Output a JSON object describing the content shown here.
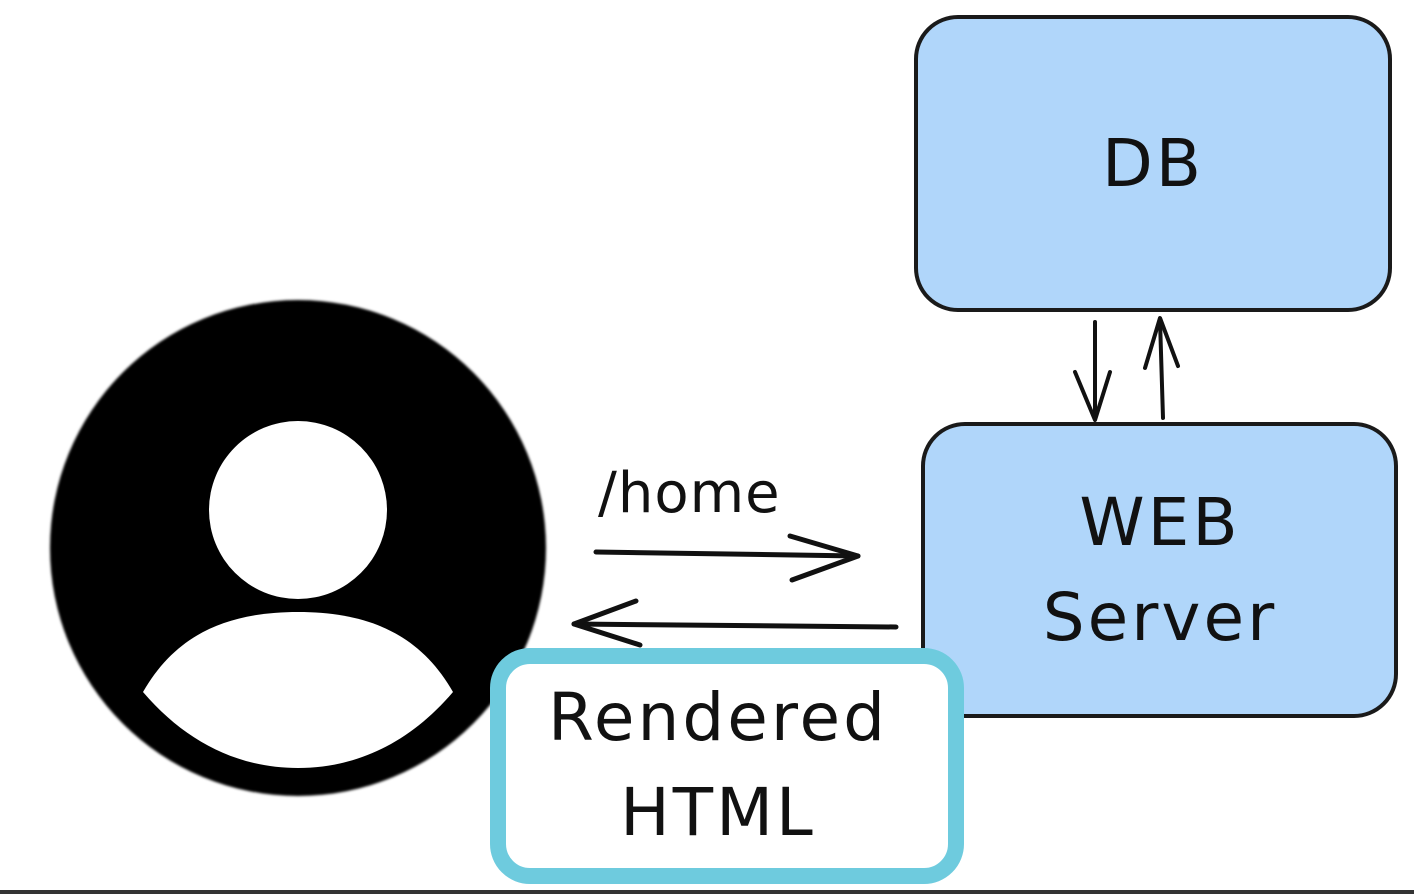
{
  "nodes": {
    "db": {
      "label": "DB"
    },
    "web_server": {
      "label_line1": "WEB",
      "label_line2": "Server"
    },
    "response": {
      "label_line1": "Rendered",
      "label_line2": "HTML"
    }
  },
  "edges": {
    "request": {
      "label": "/home"
    }
  },
  "icons": {
    "user": "user-avatar-icon"
  },
  "colors": {
    "box_fill": "#b0d6fa",
    "box_stroke": "#1a1a1a",
    "highlight_stroke": "#6ecbde",
    "ink": "#111111"
  }
}
